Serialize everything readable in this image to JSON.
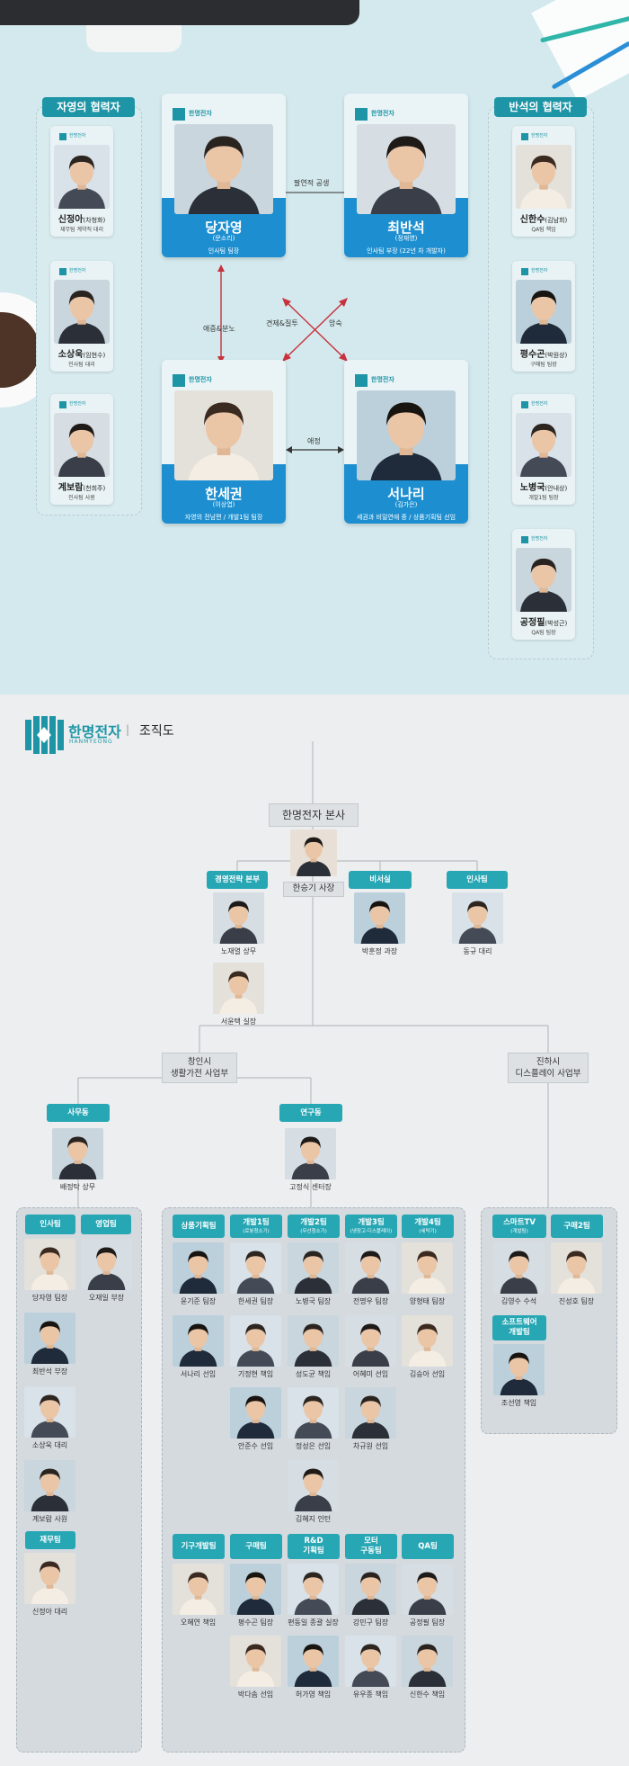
{
  "top": {
    "left_title": "자영의 협력자",
    "right_title": "반석의 협력자",
    "logo_text": "한명전자",
    "main_cards": [
      {
        "name": "당자영",
        "actor": "(문소리)",
        "role": "인사팀 팀장"
      },
      {
        "name": "최반석",
        "actor": "(정재영)",
        "role": "인사팀 부장 (22년 차 개발자)"
      },
      {
        "name": "한세권",
        "actor": "(이상엽)",
        "role": "자영의 전남편 / 개발1팀 팀장"
      },
      {
        "name": "서나리",
        "actor": "(김가은)",
        "role": "세권과 비밀연애 중 / 상품기획팀 선임"
      }
    ],
    "left_cards": [
      {
        "name": "신정아",
        "actor": "(차청화)",
        "role": "재무팀 계약직 대리"
      },
      {
        "name": "소상욱",
        "actor": "(임현수)",
        "role": "인사팀 대리"
      },
      {
        "name": "계보람",
        "actor": "(천희주)",
        "role": "인사팀 사원"
      }
    ],
    "right_cards": [
      {
        "name": "신한수",
        "actor": "(김남희)",
        "role": "QA팀 책임"
      },
      {
        "name": "평수곤",
        "actor": "(박원상)",
        "role": "구매팀 팀장"
      },
      {
        "name": "노병국",
        "actor": "(안내상)",
        "role": "개발1팀 팀장"
      },
      {
        "name": "공정필",
        "actor": "(박성근)",
        "role": "QA팀 팀장"
      }
    ],
    "relations": {
      "top": "팔연적 공생",
      "left": "애증&분노",
      "cross1": "견제&질투",
      "cross2": "앙숙",
      "bottom": "애정"
    }
  },
  "org": {
    "brand": "한명전자",
    "brand_en": "HANMYEONG",
    "divider": "|",
    "title": "조직도",
    "hq": "한명전자 본사",
    "ceo": "한승기 사장",
    "depts": [
      {
        "label": "경영전략 본부",
        "people": [
          "노재열 상무",
          "서윤택 실장"
        ]
      },
      {
        "label": "비서실",
        "people": [
          "박훈정 과장"
        ]
      },
      {
        "label": "인사팀",
        "people": [
          "동규 대리"
        ]
      }
    ],
    "changin": "창인시\n생활가전 사업부",
    "jinha": "진하시\n디스플레이 사업부",
    "office": {
      "label": "사무동",
      "head": "배정탁 상무"
    },
    "lab": {
      "label": "연구동",
      "head": "고정식 센터장"
    },
    "office_teams": {
      "insa": "인사팀",
      "sales": "영업팀",
      "insa_people": [
        "당자영 팀장",
        "최반석 부장",
        "소상욱 대리",
        "계보람 사원"
      ],
      "sales_people": [
        "오재일 부장"
      ],
      "finance": "재무팀",
      "finance_people": [
        "신정아 대리"
      ]
    },
    "lab_teams": [
      {
        "label": "상품기획팀",
        "sub": ""
      },
      {
        "label": "개발1팀",
        "sub": "(로봇청소기)"
      },
      {
        "label": "개발2팀",
        "sub": "(무선청소기)"
      },
      {
        "label": "개발3팀",
        "sub": "(냉장고·디스플레이)"
      },
      {
        "label": "개발4팀",
        "sub": "(세탁기)"
      }
    ],
    "lab_rows": [
      [
        "윤기준 팀장",
        "한세권 팀장",
        "노병국 팀장",
        "전명우 팀장",
        "양형태 팀장"
      ],
      [
        "서나리 선임",
        "기정현 책임",
        "성도균 책임",
        "어혜미 선임",
        "김승아 선임"
      ],
      [
        "안준수 선임",
        "정성은 선임",
        "차규원 선임"
      ],
      [
        "김혜지 인턴"
      ]
    ],
    "lab_teams2": [
      {
        "label": "기구개발팀",
        "sub": ""
      },
      {
        "label": "구매팀",
        "sub": ""
      },
      {
        "label": "R&D\n기획팀",
        "sub": ""
      },
      {
        "label": "모터\n구동팀",
        "sub": ""
      },
      {
        "label": "QA팀",
        "sub": ""
      }
    ],
    "lab_rows2": [
      [
        "오혜연 책임",
        "평수곤 팀장",
        "편동일 종괄 실장",
        "강민구 팀장",
        "공정필 팀장"
      ],
      [
        "박다솜 선임",
        "허가영 책임",
        "유우종 책임",
        "신한수 책임"
      ]
    ],
    "display_teams": {
      "smarttv": "스마트TV",
      "smarttv_sub": "(개발팀)",
      "purchase2": "구매2팀",
      "people": [
        "김영수 수석",
        "진성호 팀장"
      ],
      "software": "소프트웨어\n개발팀",
      "software_people": [
        "조선영 책임"
      ]
    }
  }
}
